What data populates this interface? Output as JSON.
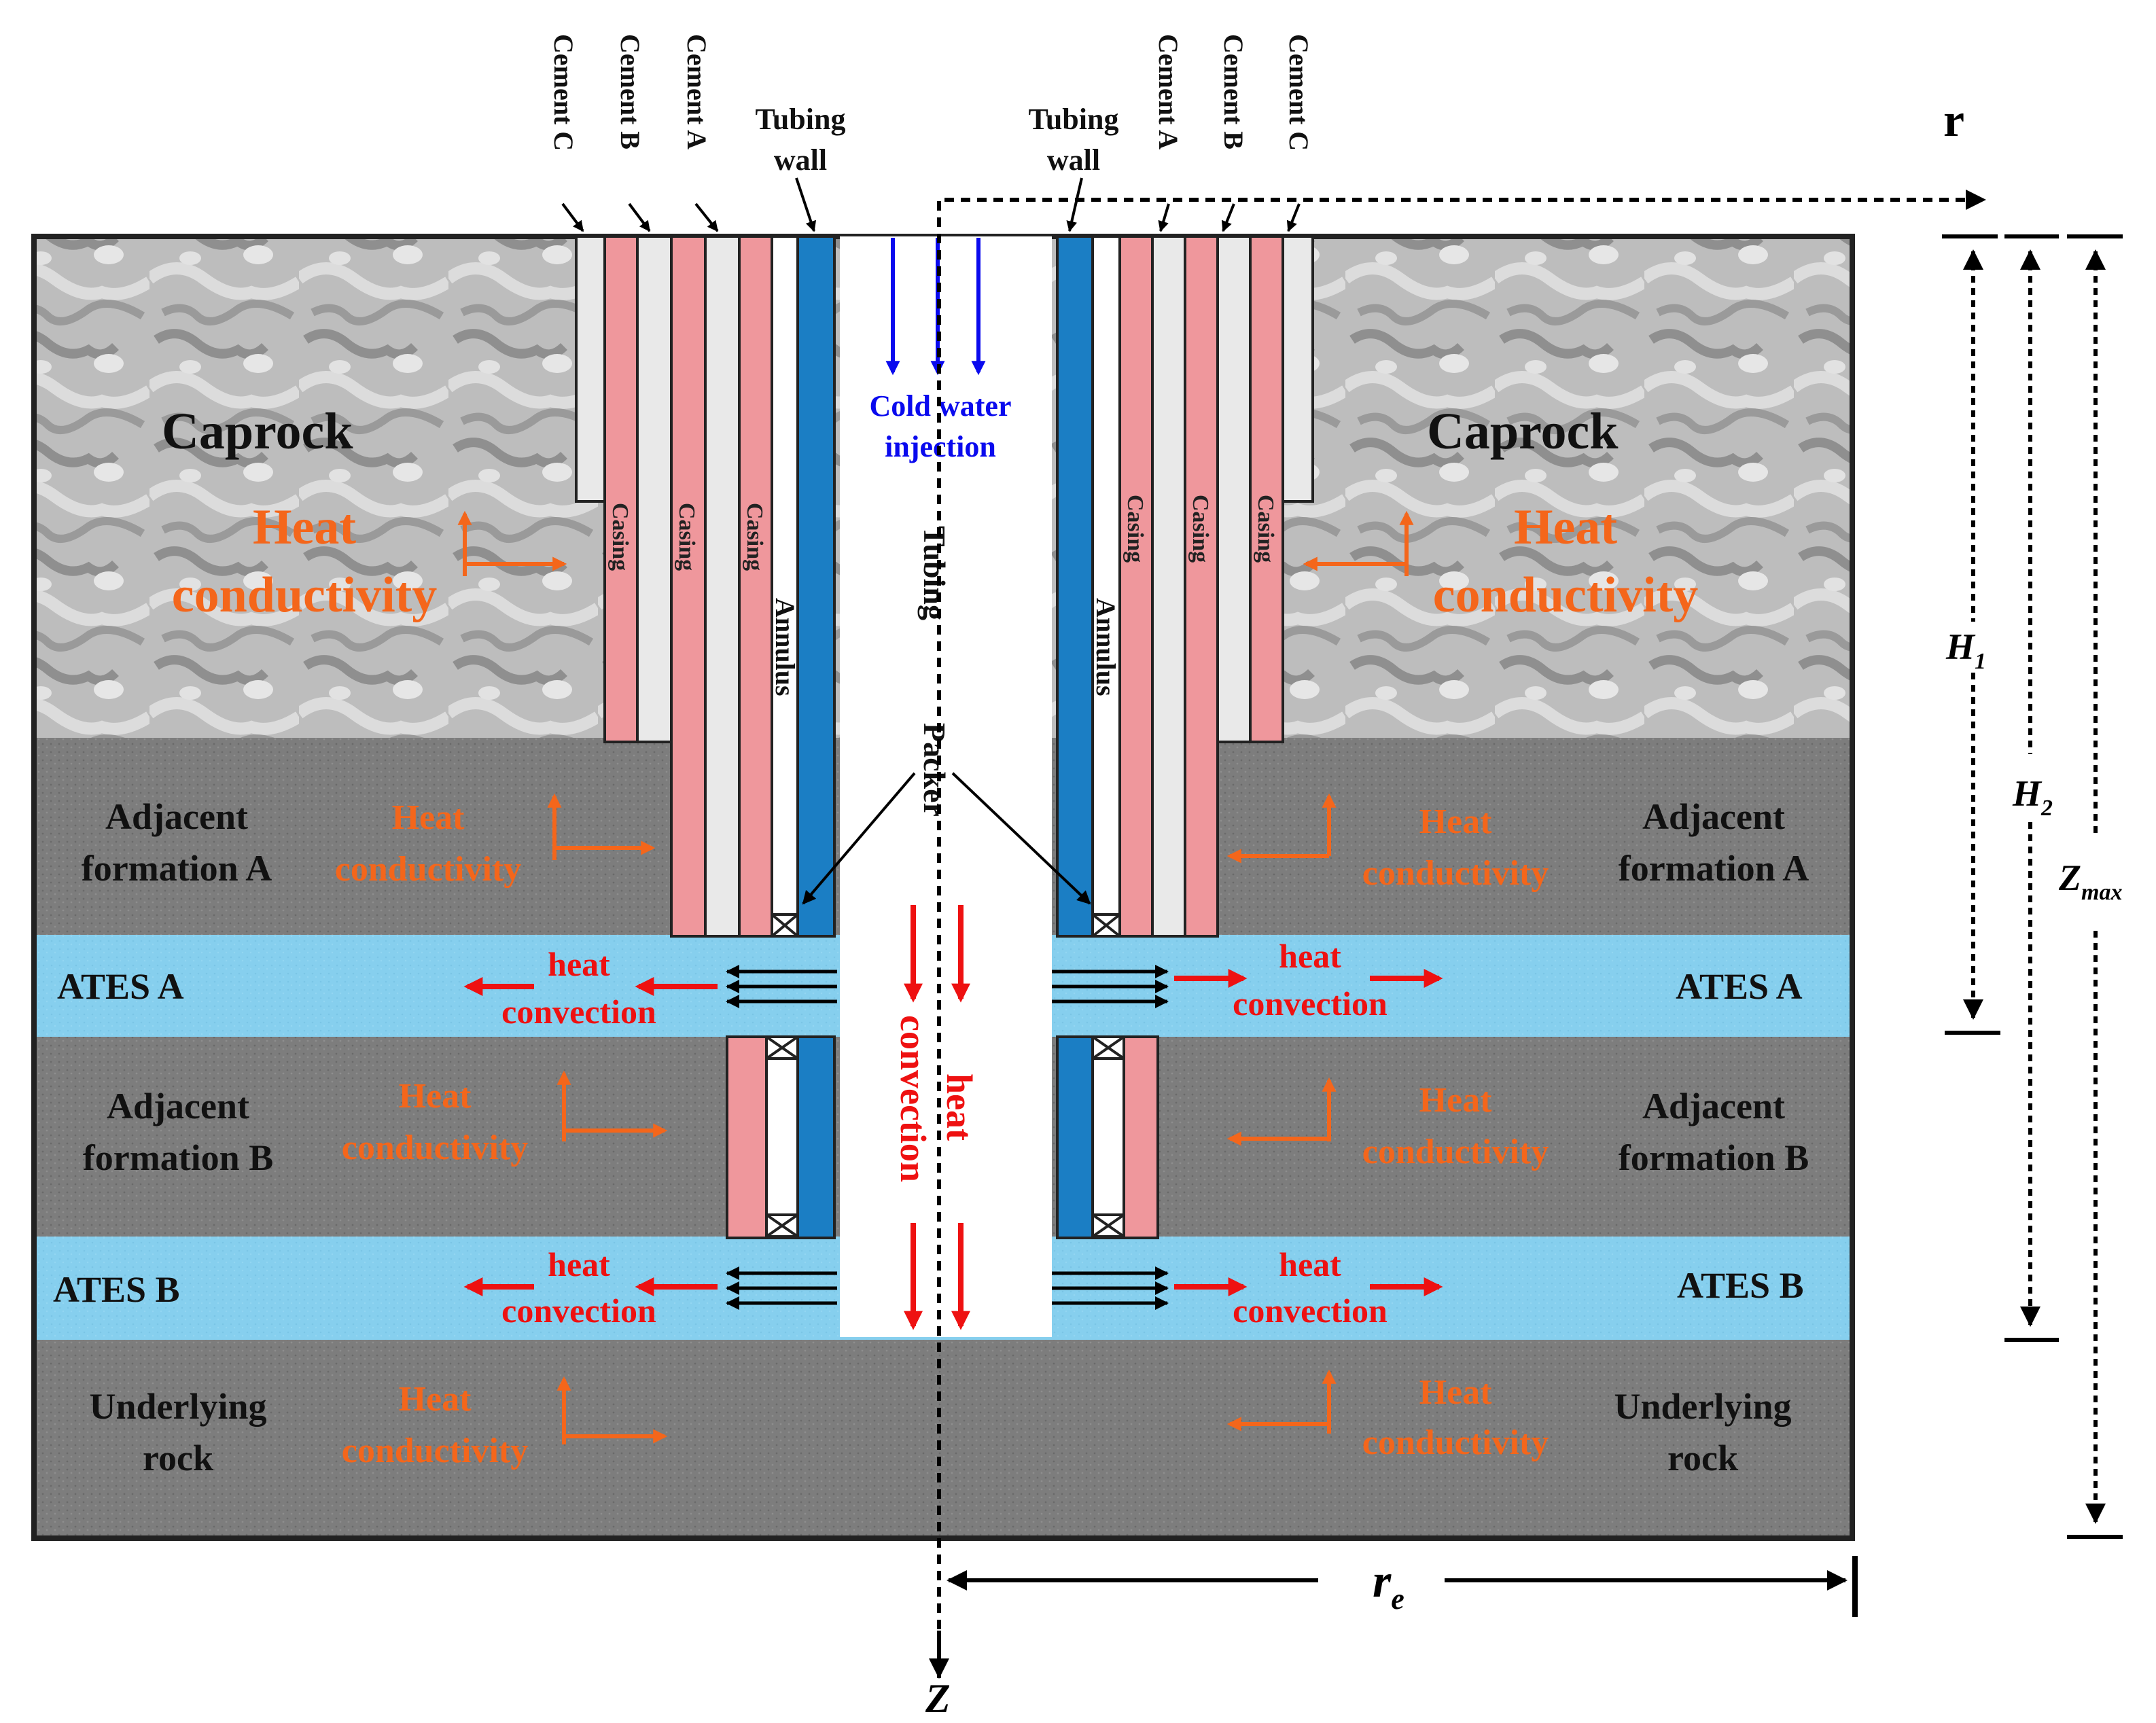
{
  "colors": {
    "caprock": "#b8b8b8",
    "formation": "#7f7f7f",
    "aquifer": "#86cfee",
    "cement": "#e9e9e9",
    "casing": "#ef979c",
    "tubing": "#1b7ec4",
    "heat_conductivity": "#f4661b",
    "heat_convection": "#ee1111",
    "cold_water": "#0a0aee"
  },
  "top_labels": {
    "left": {
      "cement_c": "Cement C",
      "cement_b": "Cement B",
      "cement_a": "Cement A",
      "tubing_wall_1": "Tubing",
      "tubing_wall_2": "wall"
    },
    "right": {
      "cement_c": "Cement C",
      "cement_b": "Cement B",
      "cement_a": "Cement A",
      "tubing_wall_1": "Tubing",
      "tubing_wall_2": "wall"
    }
  },
  "layers": {
    "caprock": "Caprock",
    "adjacent_a_1": "Adjacent",
    "adjacent_a_2": "formation A",
    "ates_a": "ATES A",
    "adjacent_b_1": "Adjacent",
    "adjacent_b_2": "formation B",
    "ates_b": "ATES B",
    "underlying_1": "Underlying",
    "underlying_2": "rock"
  },
  "well": {
    "casing": "Casing",
    "annulus": "Annulus",
    "tubing": "Tubing",
    "packer": "Packer",
    "cold_water_1": "Cold water",
    "cold_water_2": "injection"
  },
  "heat": {
    "conductivity_cap_1": "Heat",
    "conductivity_cap_2": "conductivity",
    "conductivity_1": "Heat",
    "conductivity_2": "conductivity",
    "convection_1": "heat",
    "convection_2": "convection",
    "tubing_convection_1": "heat",
    "tubing_convection_2": "convection"
  },
  "axes": {
    "r": "r",
    "z": "Z",
    "re": "r",
    "re_sub": "e",
    "h1": "H",
    "h1_sub": "1",
    "h2": "H",
    "h2_sub": "2",
    "zmax": "Z",
    "zmax_sub": "max"
  }
}
